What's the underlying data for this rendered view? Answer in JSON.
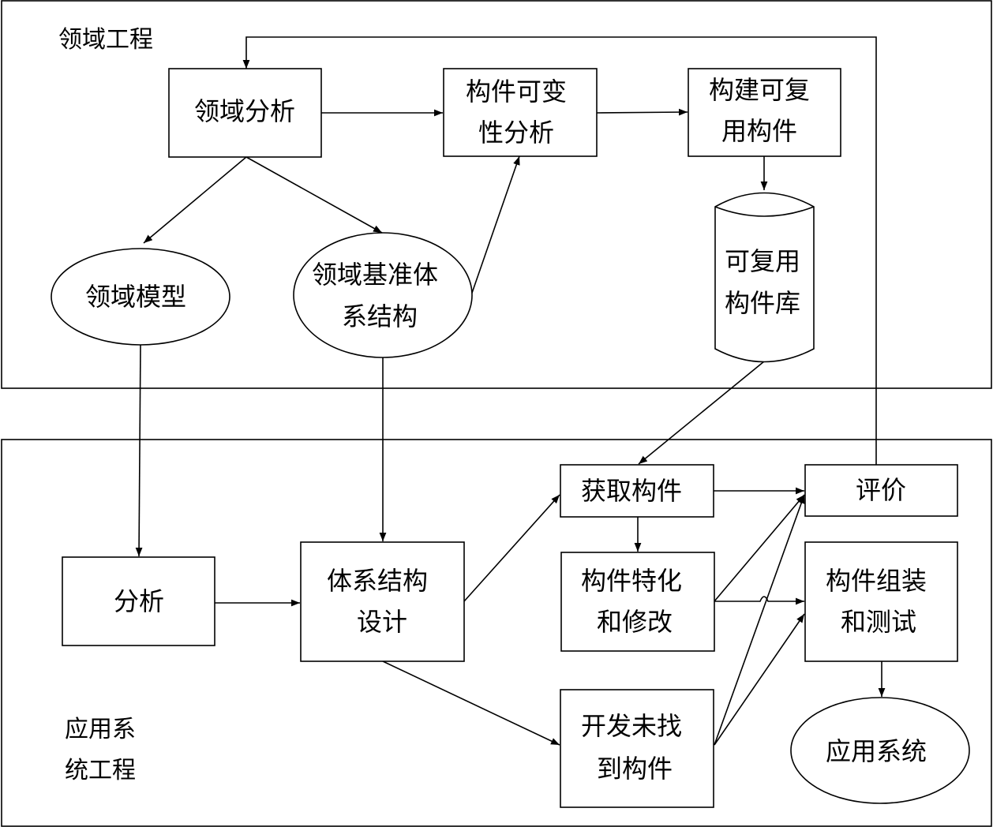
{
  "regions": {
    "domain": {
      "label": "领域工程"
    },
    "application": {
      "label_line1": "应用系",
      "label_line2": "统工程"
    }
  },
  "nodes": {
    "domain_analysis": {
      "label": "领域分析"
    },
    "variability": {
      "line1": "构件可变",
      "line2": "性分析"
    },
    "build_reusable": {
      "line1": "构建可复",
      "line2": "用构件"
    },
    "domain_model": {
      "label": "领域模型"
    },
    "domain_arch": {
      "line1": "领域基准体",
      "line2": "系结构"
    },
    "repository": {
      "line1": "可复用",
      "line2": "构件库"
    },
    "analysis": {
      "label": "分析"
    },
    "arch_design": {
      "line1": "体系结构",
      "line2": "设计"
    },
    "acquire": {
      "label": "获取构件"
    },
    "specialize": {
      "line1": "构件特化",
      "line2": "和修改"
    },
    "develop": {
      "line1": "开发未找",
      "line2": "到构件"
    },
    "evaluate": {
      "label": "评价"
    },
    "assemble": {
      "line1": "构件组装",
      "line2": "和测试"
    },
    "app_system": {
      "label": "应用系统"
    }
  }
}
